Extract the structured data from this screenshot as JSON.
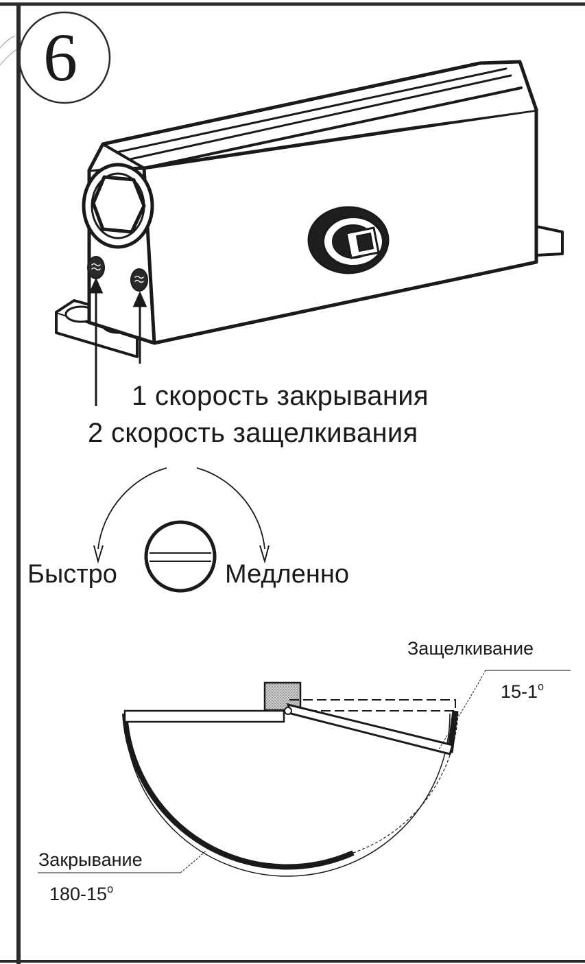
{
  "step": {
    "number": "6"
  },
  "labels": {
    "speed_1": "1 скорость закрывания",
    "speed_2": "2 скорость защелкивания"
  },
  "direction": {
    "fast": "Быстро",
    "slow": "Медленно"
  },
  "zones": {
    "latching": {
      "label": "Защелкивание",
      "range": "15-1",
      "unit": "o"
    },
    "closing": {
      "label": "Закрывание",
      "range": "180-15",
      "unit": "o"
    }
  }
}
